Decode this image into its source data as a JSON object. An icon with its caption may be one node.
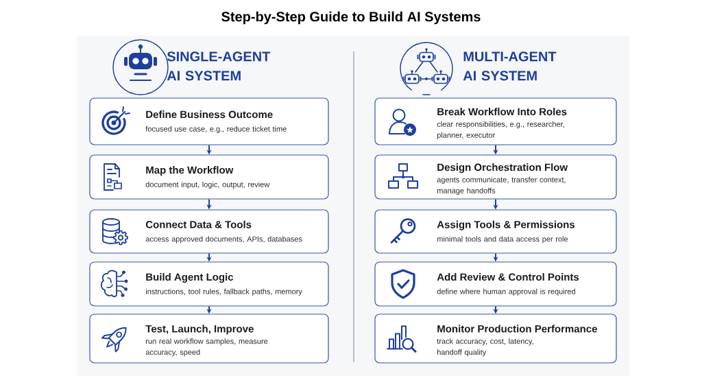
{
  "diagram": {
    "title": "Step-by-Step Guide to Build AI Systems",
    "nodes": [
      {
        "text": [
          "Define Business Outcome",
          "focused use case, e.g., reduce ticket time"
        ]
      },
      {
        "text": [
          "Map the Workflow",
          "document input, logic, output, review"
        ]
      },
      {
        "text": [
          "Connect Data & Tools",
          "access approved documents, APIs, databases"
        ]
      },
      {
        "text": [
          "Build Agent Logic",
          "instructions, tool rules, fallback paths, memory"
        ]
      },
      {
        "text": [
          "Test, Launch, Improve",
          "run real workflow samples, measure accuracy, speed"
        ]
      },
      {
        "text": [
          "Break Workflow Into Roles",
          "clear responsibilities, e.g., researcher, planner, executor"
        ]
      },
      {
        "text": [
          "Design Orchestration Flow",
          "agents communicate, transfer context, manage handoffs"
        ]
      },
      {
        "text": [
          "Assign Tools & Permissions",
          "minimal tools and data access per role"
        ]
      },
      {
        "text": [
          "Add Review & Control Points",
          "define where human approval is required"
        ]
      },
      {
        "text": [
          "Monitor Production Performance",
          "track accuracy, cost, latency, handoff quality"
        ]
      }
    ],
    "edges": [
      {
        "from": 0,
        "to": 1,
        "arrow": "to"
      },
      {
        "from": 1,
        "to": 2,
        "arrow": "to"
      },
      {
        "from": 2,
        "to": 3,
        "arrow": "to"
      },
      {
        "from": 3,
        "to": 4,
        "arrow": "to"
      },
      {
        "from": 5,
        "to": 6,
        "arrow": "to"
      },
      {
        "from": 6,
        "to": 7,
        "arrow": "to"
      },
      {
        "from": 7,
        "to": 8,
        "arrow": "to"
      },
      {
        "from": 8,
        "to": 9,
        "arrow": "to"
      }
    ],
    "labels": [
      "SINGLE-AGENT AI SYSTEM",
      "MULTI-AGENT AI SYSTEM"
    ]
  }
}
